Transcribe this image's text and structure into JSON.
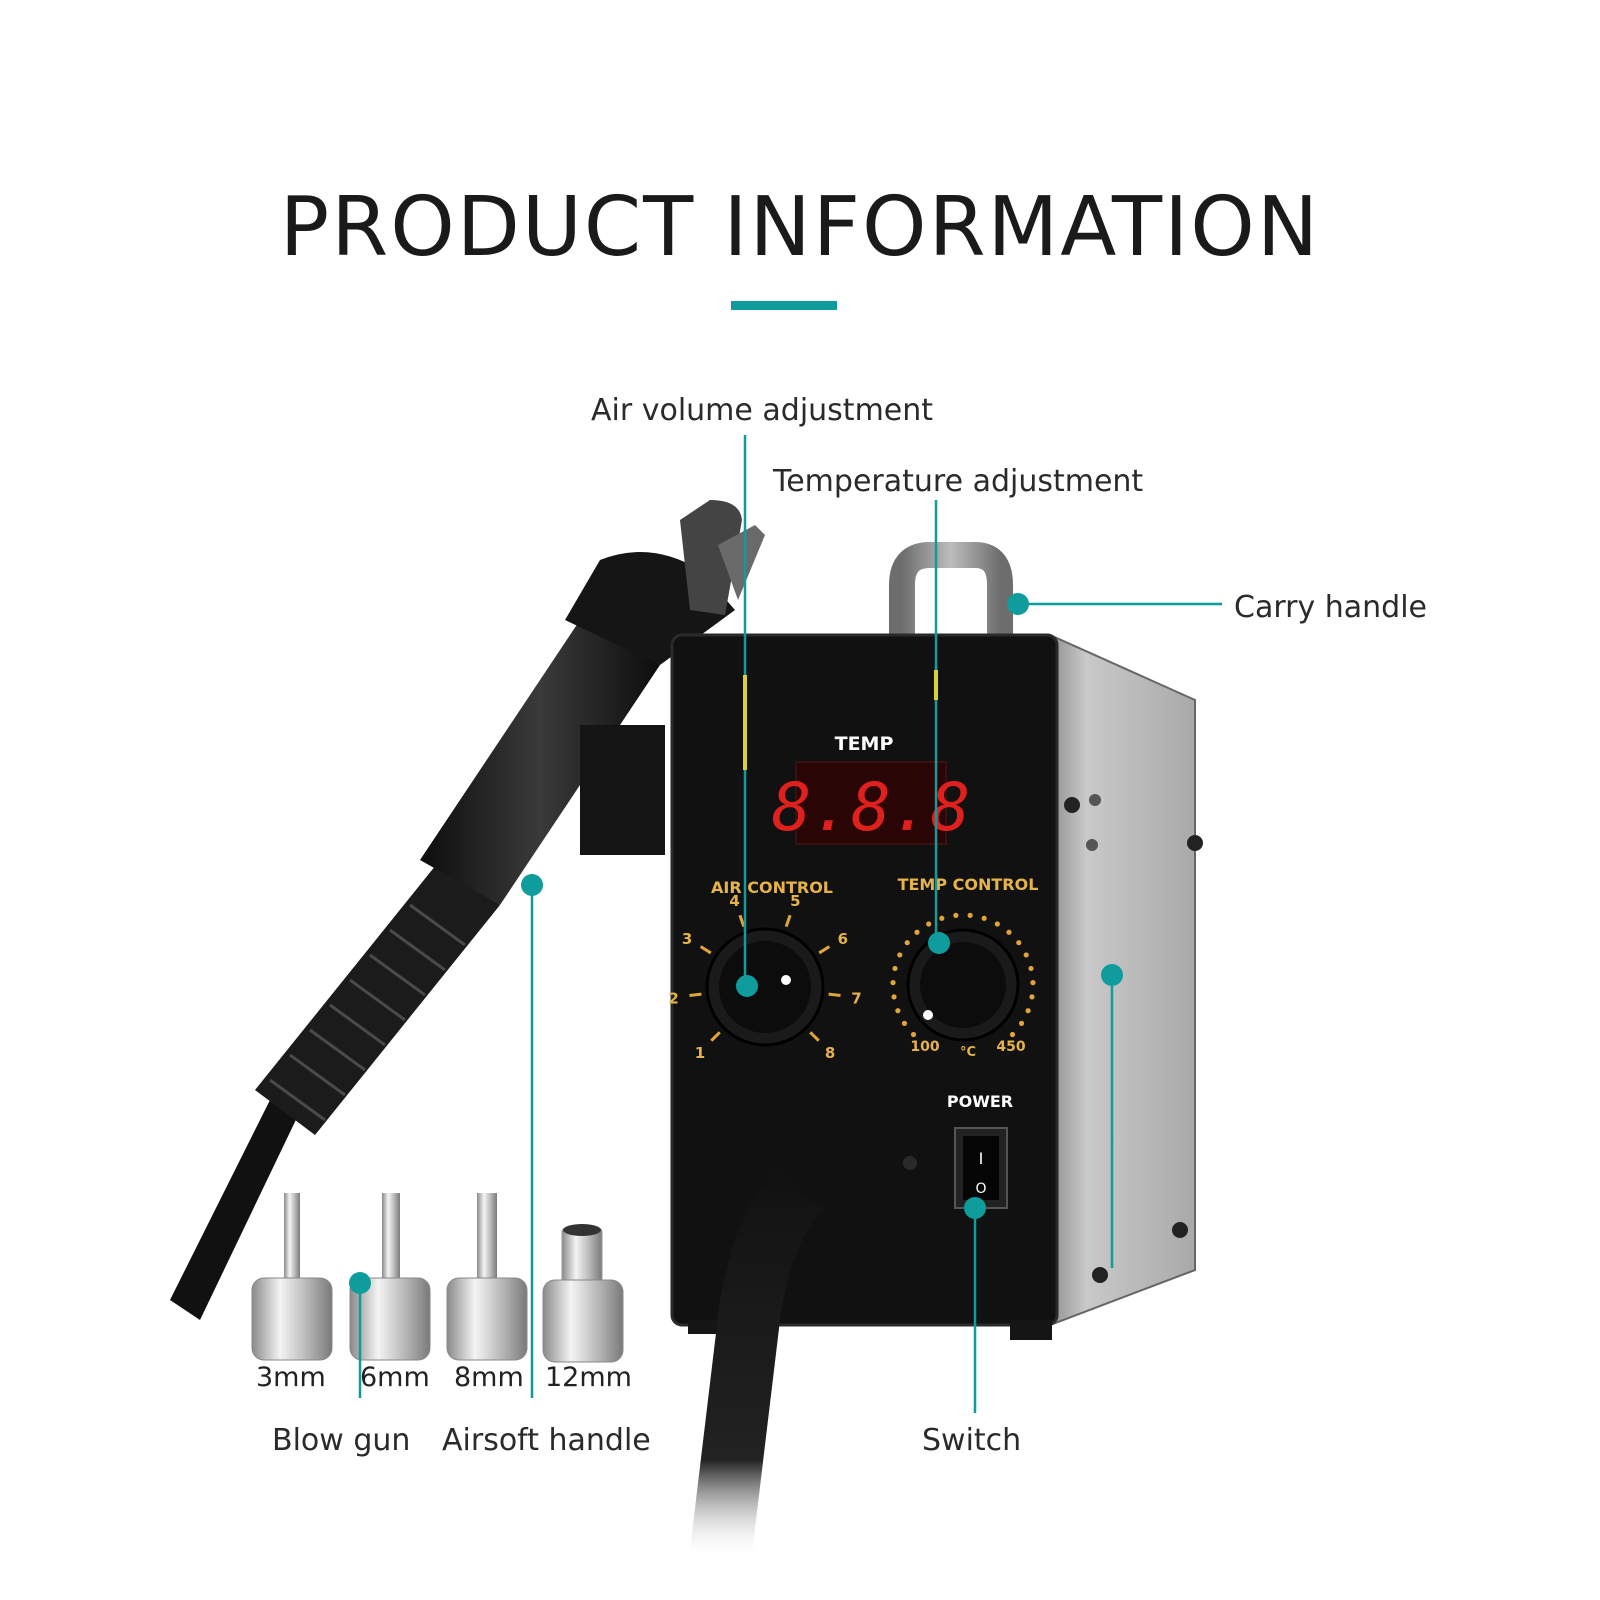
{
  "title": "PRODUCT INFORMATION",
  "colors": {
    "accent": "#0e9c9c",
    "panel": "#111111",
    "dial_scale": "#e0a43a",
    "display": "#e0201c",
    "side": "#bdbdbd"
  },
  "callouts": {
    "air_volume": "Air volume adjustment",
    "temperature": "Temperature adjustment",
    "carry_handle": "Carry handle",
    "blow_gun": "Blow gun",
    "airsoft_handle": "Airsoft handle",
    "switch": "Switch"
  },
  "panel": {
    "temp_label": "TEMP",
    "display_value": "8.8.8",
    "air_control_label": "AIR CONTROL",
    "temp_control_label": "TEMP CONTROL",
    "air_scale": [
      "1",
      "2",
      "3",
      "4",
      "5",
      "6",
      "7",
      "8"
    ],
    "temp_min": "100",
    "temp_unit": "°C",
    "temp_max": "450",
    "power_label": "POWER",
    "switch_on": "I",
    "switch_off": "O"
  },
  "nozzles": [
    {
      "label": "3mm"
    },
    {
      "label": "6mm"
    },
    {
      "label": "8mm"
    },
    {
      "label": "12mm"
    }
  ]
}
